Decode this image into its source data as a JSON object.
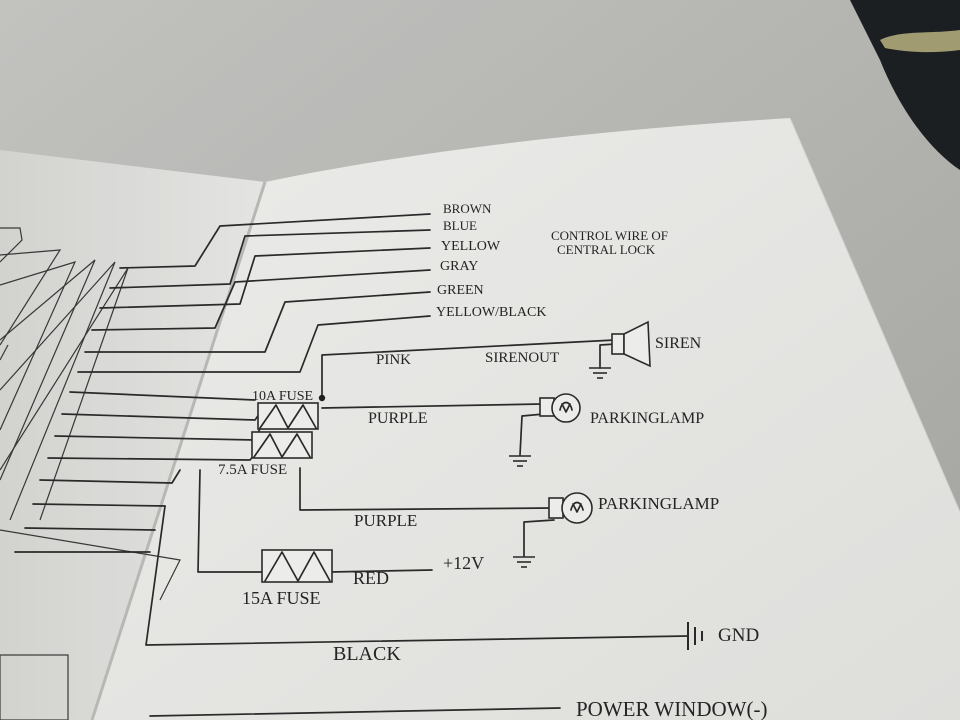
{
  "diagram": {
    "wires": {
      "brown": "BROWN",
      "blue": "BLUE",
      "yellow": "YELLOW",
      "gray": "GRAY",
      "green": "GREEN",
      "yellow_black": "YELLOW/BLACK",
      "pink": "PINK",
      "purple_1": "PURPLE",
      "purple_2": "PURPLE",
      "red": "RED",
      "black": "BLACK"
    },
    "notes": {
      "central_lock_line1": "CONTROL WIRE OF",
      "central_lock_line2": "CENTRAL LOCK"
    },
    "components": {
      "siren_out": "SIRENOUT",
      "siren": "SIREN",
      "parking_lamp_1": "PARKINGLAMP",
      "parking_lamp_2": "PARKINGLAMP",
      "fuse_10a": "10A FUSE",
      "fuse_7_5a": "7.5A FUSE",
      "fuse_15a": "15A FUSE",
      "voltage": "+12V",
      "gnd": "GND",
      "power_window": "POWER WINDOW(-)"
    }
  }
}
